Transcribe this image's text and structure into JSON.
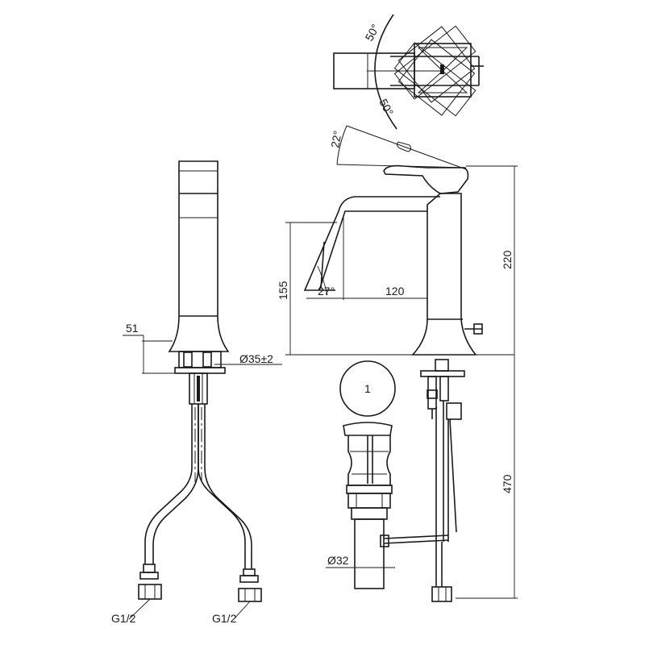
{
  "labels": {
    "angle_top_upper": "50°",
    "angle_top_lower": "50°",
    "angle_lever": "22°",
    "height_total": "220",
    "height_spout": "155",
    "spout_angle": "27°",
    "spout_reach": "120",
    "base_height": "51",
    "base_diameter": "Ø35±2",
    "drain_diameter": "Ø32",
    "hose_length": "470",
    "thread_left": "G1/2",
    "thread_right": "G1/2",
    "drain_cap_mark": "1"
  }
}
